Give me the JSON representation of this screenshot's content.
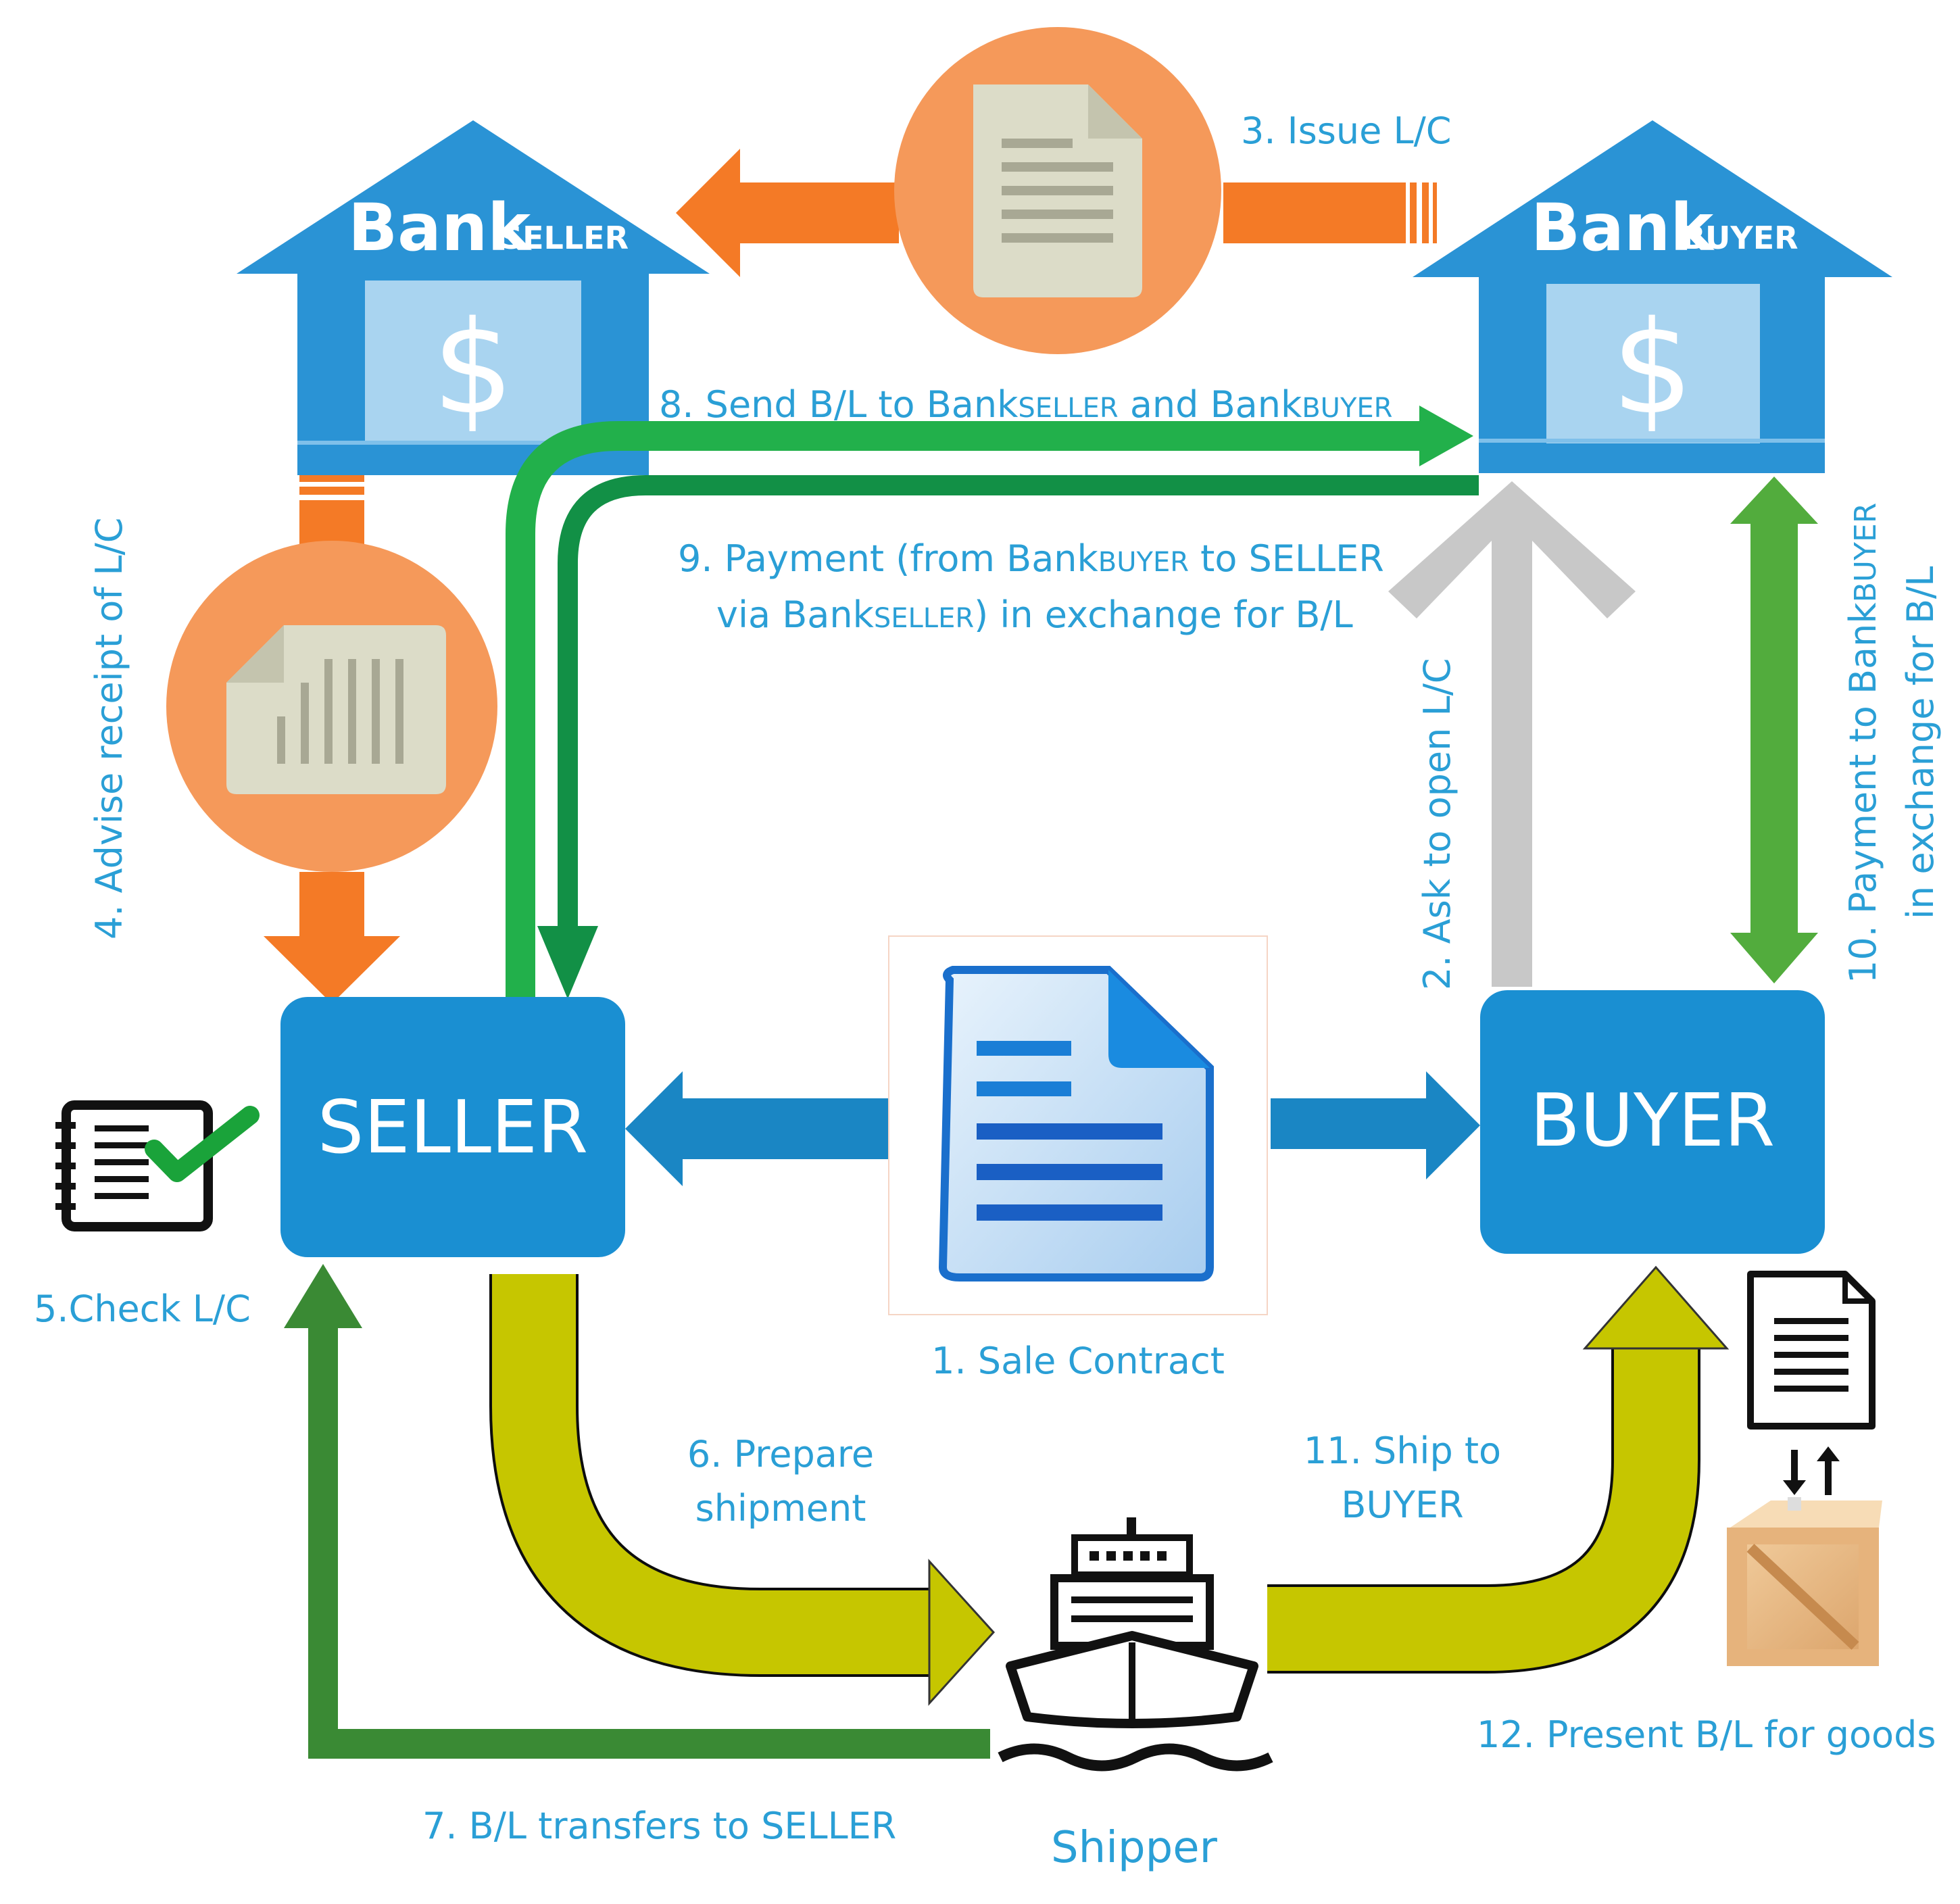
{
  "colors": {
    "bank_blue": "#2a93d5",
    "bank_window": "#a9d4f0",
    "party_blue": "#1a8fd2",
    "label_blue": "#2a9fd6",
    "orange": "#f47a26",
    "orange_circle": "#f5995a",
    "green_light": "#22b04b",
    "green_dark": "#129046",
    "green_mid": "#52ac3d",
    "green_olive": "#3a8a34",
    "olive_yellow": "#c6c600",
    "gray": "#c8c8c8",
    "doc_blue": "#1a6fcc"
  },
  "banks": {
    "seller": {
      "title": "Bank",
      "sub": "SELLER",
      "icon": "dollar-icon",
      "symbol": "$"
    },
    "buyer": {
      "title": "Bank",
      "sub": "BUYER",
      "icon": "dollar-icon",
      "symbol": "$"
    }
  },
  "parties": {
    "seller": "SELLER",
    "buyer": "BUYER",
    "shipper": "Shipper"
  },
  "steps": {
    "s1": "1. Sale Contract",
    "s2": "2. Ask to open L/C",
    "s3": "3. Issue L/C",
    "s4": "4. Advise receipt of L/C",
    "s5": "5.Check L/C",
    "s6a": "6. Prepare",
    "s6b": "shipment",
    "s7": "7. B/L transfers to SELLER",
    "s8a": "8. Send B/L to Bank",
    "s8b": "SELLER",
    "s8c": " and Bank",
    "s8d": "BUYER",
    "s9a": "9. Payment (from Bank",
    "s9b": "BUYER",
    "s9c": " to SELLER",
    "s9d": "via Bank",
    "s9e": "SELLER",
    "s9f": ") in exchange for B/L",
    "s10a": "10. Payment to Bank",
    "s10b": "BUYER",
    "s10c": "in exchange for B/L",
    "s11a": "11. Ship to",
    "s11b": "BUYER",
    "s12": "12. Present B/L for goods"
  },
  "icons": {
    "issue_doc": "document-icon",
    "advise_doc": "barcode-document-icon",
    "contract": "contract-document-icon",
    "checklist": "checklist-icon",
    "ship": "ship-icon",
    "bl_doc": "bill-of-lading-icon",
    "crate": "crate-icon",
    "exchange": "up-down-arrows-icon"
  }
}
